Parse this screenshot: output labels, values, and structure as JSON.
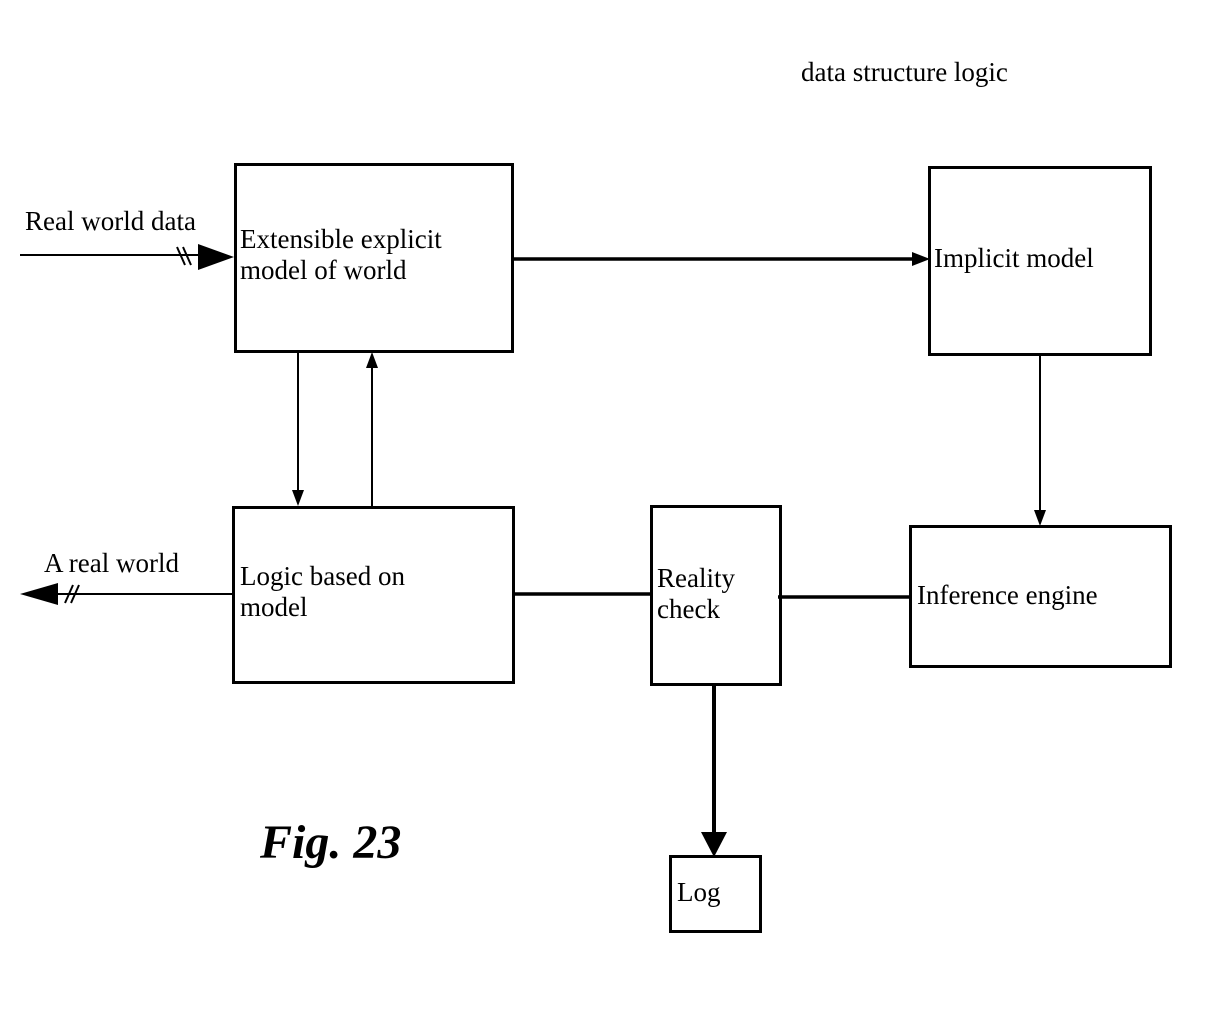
{
  "header": {
    "title": "data structure logic"
  },
  "inputs": {
    "real_world_data": "Real world data",
    "a_real_world": "A real world"
  },
  "boxes": {
    "explicit_model": "Extensible explicit\nmodel of world",
    "implicit_model": "Implicit model",
    "logic_model": "Logic based on\nmodel",
    "reality_check": "Reality\ncheck",
    "inference_engine": "Inference engine",
    "log": "Log"
  },
  "figure": {
    "caption": "Fig. 23"
  }
}
